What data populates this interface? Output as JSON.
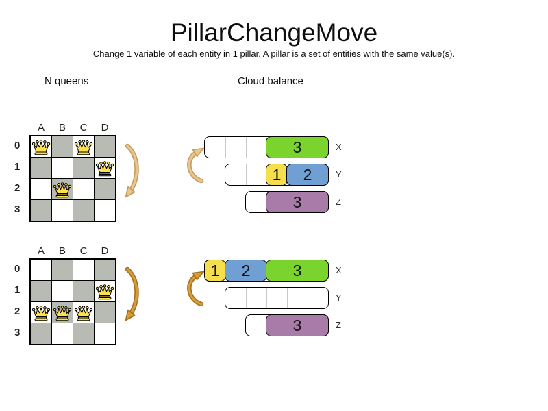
{
  "title": "PillarChangeMove",
  "subtitle": "Change 1 variable of each entity in 1 pillar. A pillar is a set of entities with the same value(s).",
  "sections": {
    "nqueens_label": "N queens",
    "cloud_label": "Cloud balance"
  },
  "colors": {
    "green": "#7bd42e",
    "yellow": "#f6df4c",
    "blue": "#6f9fd3",
    "purple": "#a97ba9",
    "board_dark": "#b7bbb3",
    "queen_fill": "#ffe14d",
    "arrow_before_fill": "#e9c68f",
    "arrow_before_edge": "#c39c5c",
    "arrow_after_fill": "#d89b3c",
    "arrow_after_edge": "#a2711c"
  },
  "boards": [
    {
      "id": "nqueens-before",
      "columns": [
        "A",
        "B",
        "C",
        "D"
      ],
      "rows": [
        "0",
        "1",
        "2",
        "3"
      ],
      "queens": [
        [
          0,
          0
        ],
        [
          2,
          0
        ],
        [
          3,
          1
        ],
        [
          1,
          2
        ]
      ]
    },
    {
      "id": "nqueens-after",
      "columns": [
        "A",
        "B",
        "C",
        "D"
      ],
      "rows": [
        "0",
        "1",
        "2",
        "3"
      ],
      "queens": [
        [
          3,
          1
        ],
        [
          0,
          2
        ],
        [
          1,
          2
        ],
        [
          2,
          2
        ]
      ]
    }
  ],
  "bar_groups": [
    {
      "id": "cloud-before",
      "bars": [
        {
          "label": "X",
          "units": 6,
          "empty_units": 3,
          "segments": [
            {
              "value": "3",
              "color": "green",
              "units": 3
            }
          ]
        },
        {
          "label": "Y",
          "units": 5,
          "empty_units": 2,
          "segments": [
            {
              "value": "1",
              "color": "yellow",
              "units": 1
            },
            {
              "value": "2",
              "color": "blue",
              "units": 2
            }
          ]
        },
        {
          "label": "Z",
          "units": 4,
          "empty_units": 1,
          "segments": [
            {
              "value": "3",
              "color": "purple",
              "units": 3
            }
          ]
        }
      ]
    },
    {
      "id": "cloud-after",
      "bars": [
        {
          "label": "X",
          "units": 6,
          "empty_units": 0,
          "segments": [
            {
              "value": "1",
              "color": "yellow",
              "units": 1
            },
            {
              "value": "2",
              "color": "blue",
              "units": 2
            },
            {
              "value": "3",
              "color": "green",
              "units": 3
            }
          ]
        },
        {
          "label": "Y",
          "units": 5,
          "empty_units": 5,
          "segments": []
        },
        {
          "label": "Z",
          "units": 4,
          "empty_units": 1,
          "segments": [
            {
              "value": "3",
              "color": "purple",
              "units": 3
            }
          ]
        }
      ]
    }
  ]
}
